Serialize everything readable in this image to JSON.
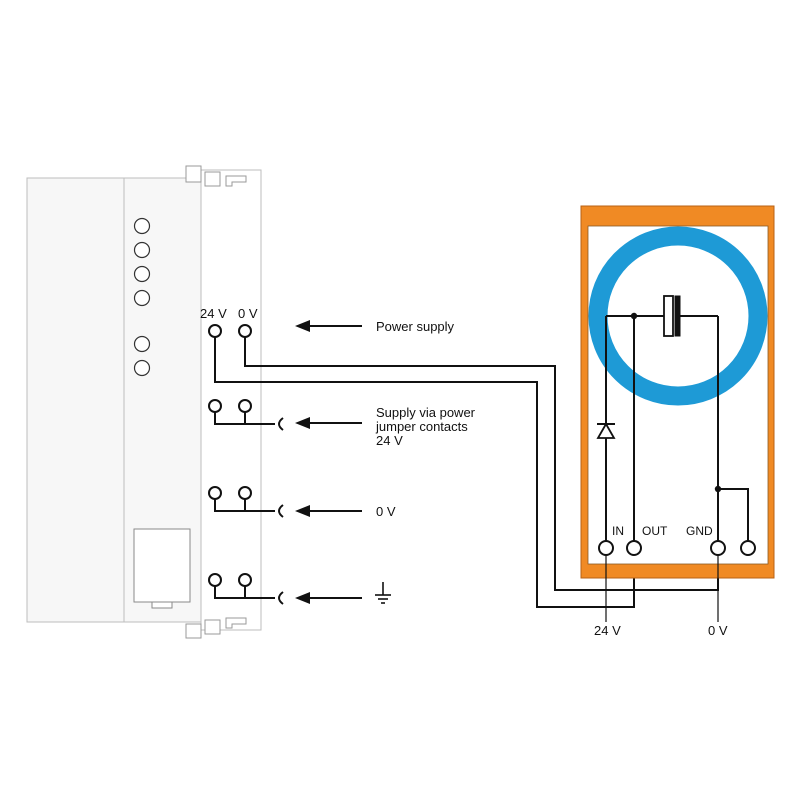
{
  "labels": {
    "top_24v": "24 V",
    "top_0v": "0 V",
    "power_supply": "Power supply",
    "jumper_line1": "Supply via power",
    "jumper_line2": "jumper contacts",
    "jumper_line3": "24 V",
    "zero_v": "0 V",
    "module_in": "IN",
    "module_out": "OUT",
    "module_gnd": "GND",
    "bottom_24v": "24 V",
    "bottom_0v": "0 V"
  },
  "colors": {
    "line": "#111111",
    "module_frame": "#f08a24",
    "ring": "#1e9ad6"
  },
  "icons": {
    "arrow": "left-arrow-icon",
    "ground": "ground-icon",
    "diode": "diode-icon",
    "capacitor": "capacitor-icon"
  }
}
